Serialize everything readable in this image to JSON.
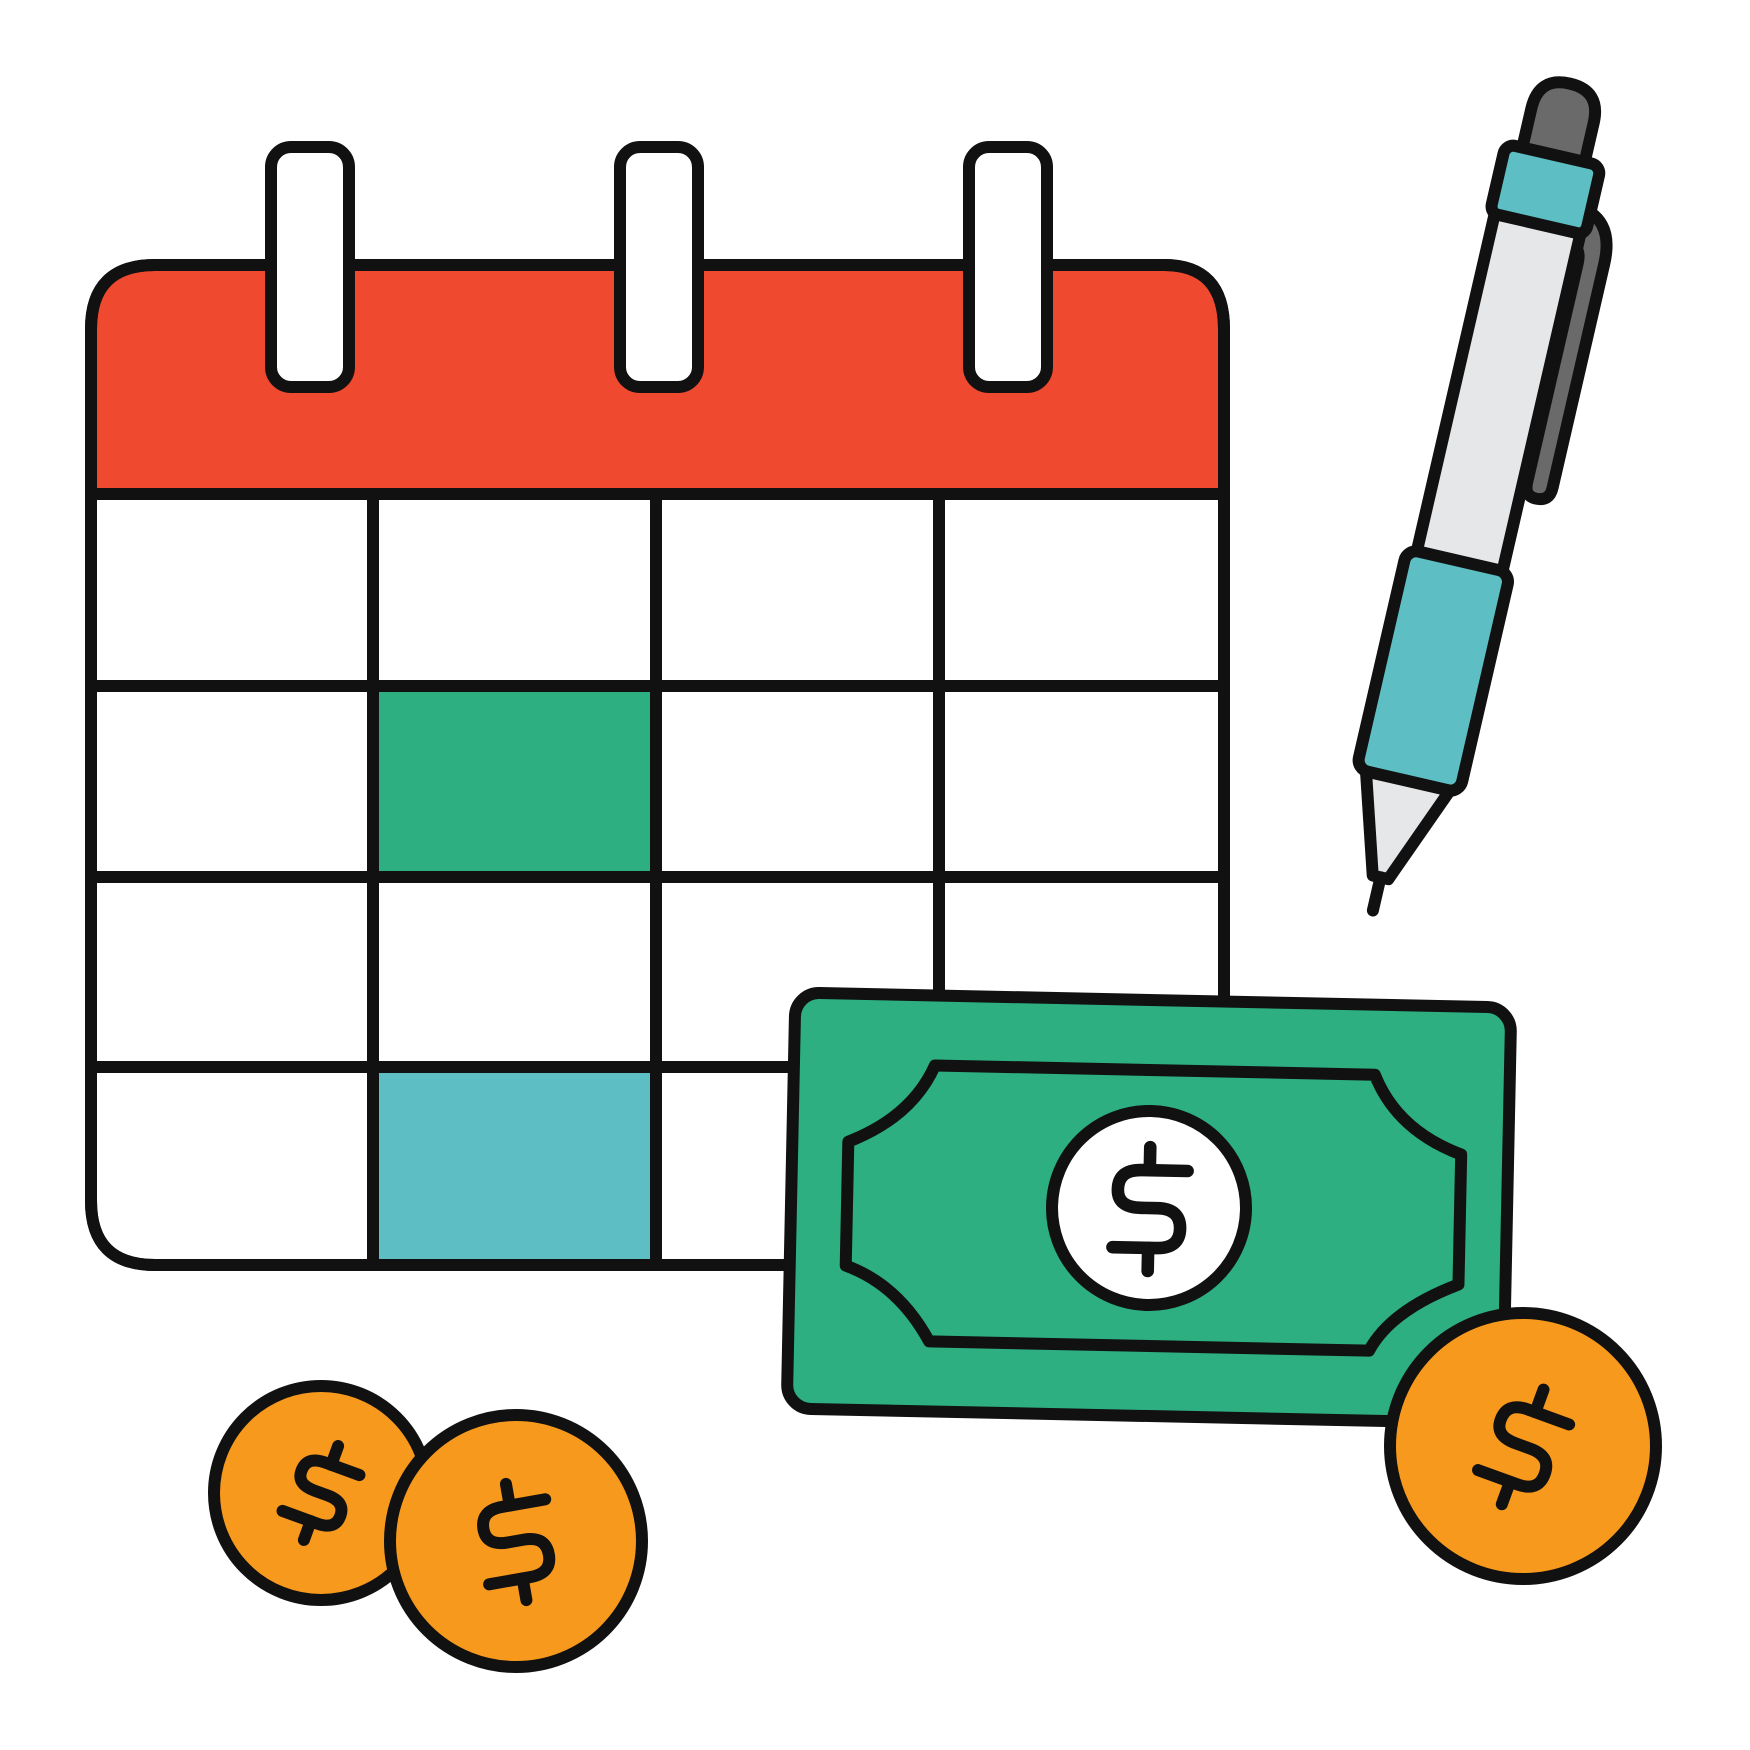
{
  "illustration": {
    "calendar": {
      "icon": "calendar-icon",
      "ring_count": 3,
      "grid": {
        "rows": 4,
        "columns": 4
      },
      "highlighted_cells": [
        {
          "row": 2,
          "column": 2,
          "color": "#2daf82"
        },
        {
          "row": 4,
          "column": 2,
          "color": "#5dbfc4"
        }
      ]
    },
    "pen": {
      "icon": "pen-icon"
    },
    "banknote": {
      "icon": "dollar-bill-icon"
    },
    "coins": [
      {
        "icon": "dollar-coin-icon"
      },
      {
        "icon": "dollar-coin-icon"
      },
      {
        "icon": "dollar-coin-icon"
      }
    ]
  },
  "colors": {
    "outline": "#111111",
    "calendar_header": "#ef4930",
    "money_green": "#2daf82",
    "teal": "#5dbfc4",
    "coin_orange": "#f7991c",
    "pen_body": "#e6e7e8",
    "pen_dark": "#6a6a6a",
    "white": "#ffffff"
  }
}
